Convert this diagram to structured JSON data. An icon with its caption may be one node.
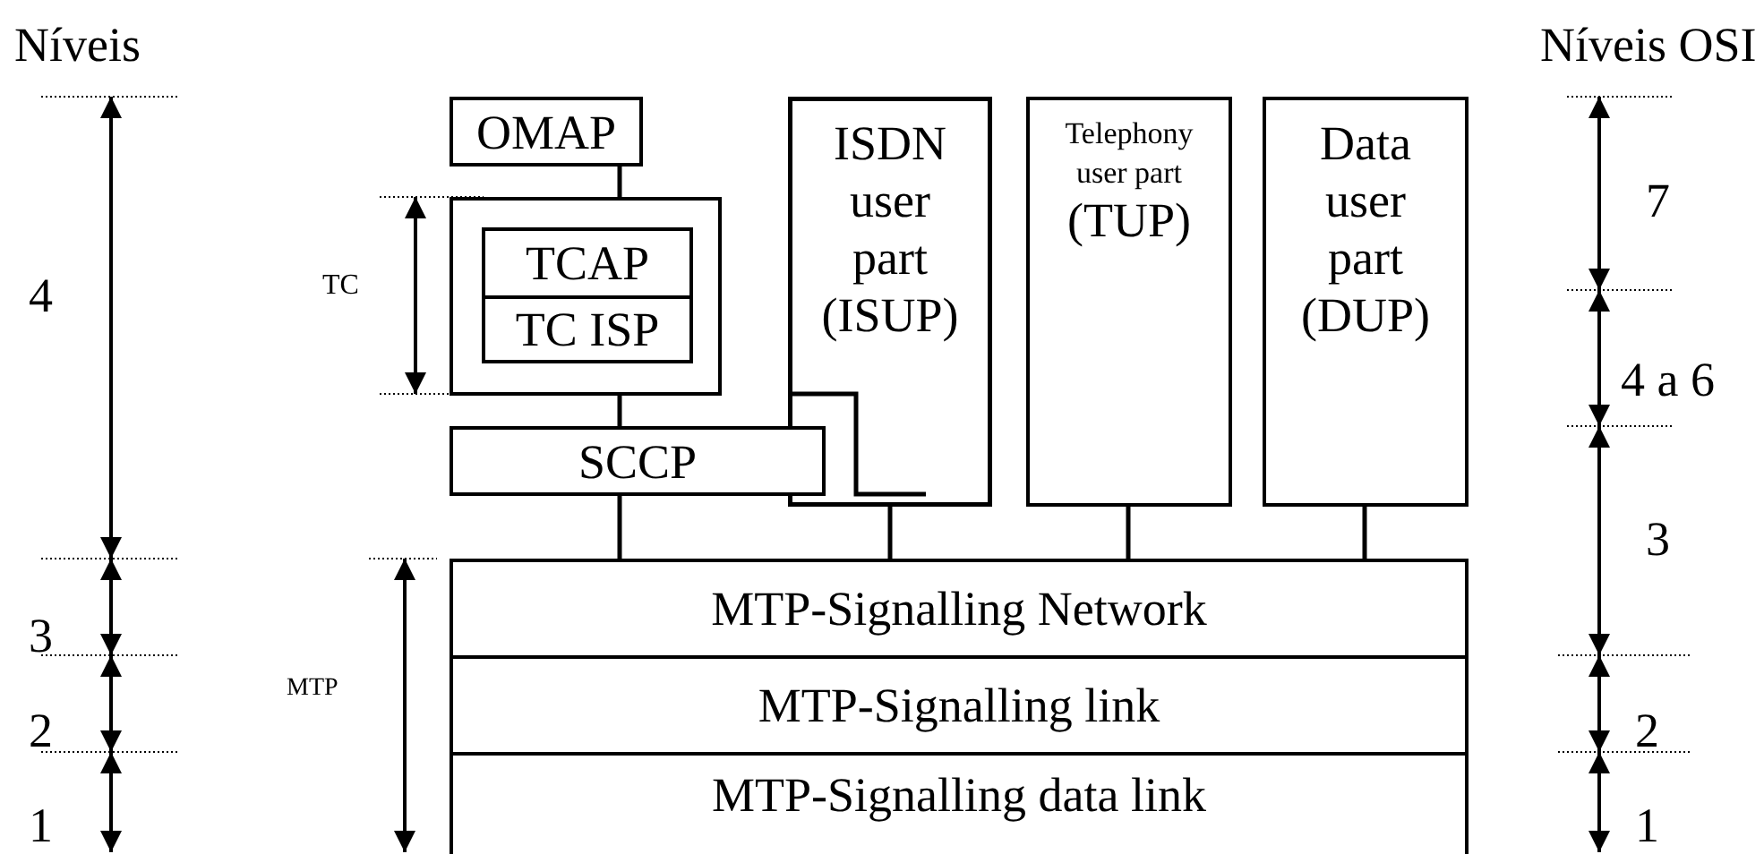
{
  "diagram": {
    "nodes": [
      {
        "text": [
          "OMAP"
        ]
      },
      {
        "text": [],
        "shape": "box"
      },
      {
        "text": [
          "TCAP"
        ],
        "in": 1
      },
      {
        "text": [
          "TC ISP"
        ],
        "in": 1
      },
      {
        "text": [
          "SCCP"
        ]
      },
      {
        "text": [
          "ISDN user part (ISUP)"
        ]
      },
      {
        "text": [
          "Telephony user part",
          "(TUP)"
        ]
      },
      {
        "text": [
          "Data user part (DUP)"
        ]
      },
      {
        "text": [
          "MTP-Signalling Network"
        ]
      },
      {
        "text": [
          "MTP-Signalling link"
        ]
      },
      {
        "text": [
          "MTP-Signalling data link"
        ]
      }
    ],
    "edges": [
      {
        "from": 0,
        "to": 1,
        "arrow": "none"
      },
      {
        "from": 1,
        "to": 4,
        "arrow": "none"
      },
      {
        "from": 4,
        "to": 8,
        "arrow": "none"
      },
      {
        "from": 5,
        "to": 8,
        "arrow": "none"
      },
      {
        "from": 6,
        "to": 8,
        "arrow": "none"
      },
      {
        "from": 7,
        "to": 8,
        "arrow": "none"
      }
    ],
    "labels": [
      "Níveis",
      "Níveis OSI",
      "7",
      "4",
      "TC",
      "4 a 6",
      "3",
      "3",
      "MTP",
      "2",
      "2",
      "1",
      "1"
    ]
  }
}
